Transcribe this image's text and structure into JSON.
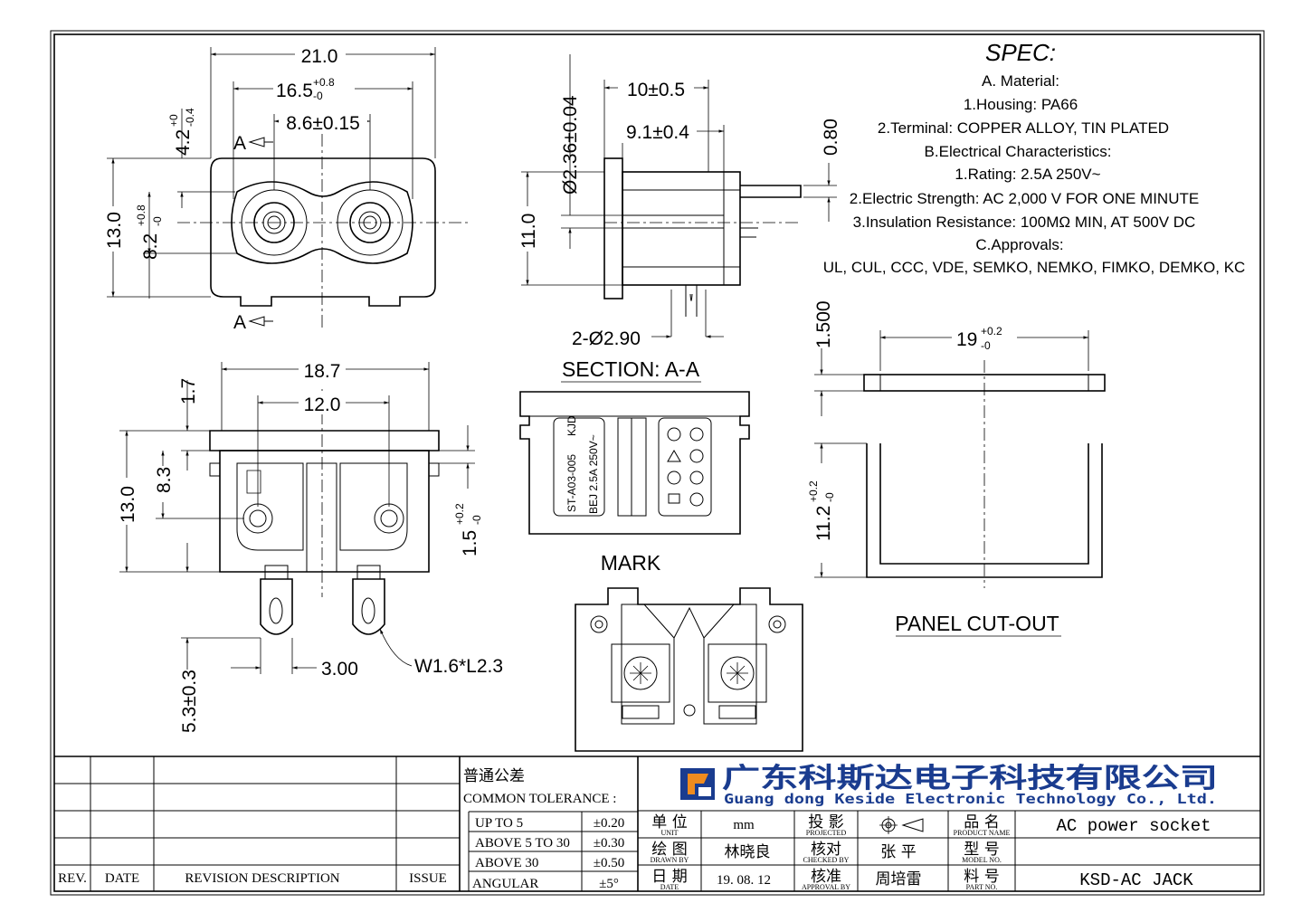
{
  "spec": {
    "title": "SPEC:",
    "lines": [
      "A. Material:",
      "1.Housing: PA66",
      "2.Terminal: COPPER ALLOY, TIN PLATED",
      "B.Electrical Characteristics:",
      "1.Rating:  2.5A 250V~",
      "2.Electric Strength: AC 2,000 V FOR ONE MINUTE",
      "3.Insulation Resistance: 100MΩ MIN, AT 500V DC",
      "C.Approvals:",
      "UL, CUL, CCC, VDE, SEMKO, NEMKO, FIMKO, DEMKO, KC"
    ]
  },
  "front_view": {
    "dim_width": "21.0",
    "dim_pitch_outer": "16.5",
    "dim_pitch_outer_tol_plus": "+0.8",
    "dim_pitch_outer_tol_minus": "-0",
    "dim_pitch": "8.6±0.15",
    "dim_height": "13.0",
    "dim_upper": "4.2",
    "dim_upper_tol_plus": "+0",
    "dim_upper_tol_minus": "-0.4",
    "dim_middle": "8.2",
    "dim_middle_tol_plus": "+0.8",
    "dim_middle_tol_minus": "-0",
    "section_marker": "A"
  },
  "section_view": {
    "dim_dia": "Ø2.36±0.04",
    "dim_top_outer": "10±0.5",
    "dim_top_inner": "9.1±0.4",
    "dim_height": "11.0",
    "dim_pin": "0.80",
    "dim_holes": "2-Ø2.90",
    "label": "SECTION: A-A"
  },
  "bottom_view": {
    "dim_width": "18.7",
    "dim_pitch": "12.0",
    "dim_flange": "1.7",
    "dim_height": "13.0",
    "dim_inner": "8.3",
    "dim_lip": "1.5",
    "dim_lip_tol_plus": "+0.2",
    "dim_lip_tol_minus": "-0",
    "dim_lead": "5.3±0.3",
    "dim_lead_width": "3.00",
    "dim_tab": "W1.6*L2.3"
  },
  "top_view": {
    "marking_model": "ST-A03-005",
    "marking_rating": "BEJ 2.5A 250V~",
    "marking_logo": "KJD"
  },
  "mark_label": "MARK",
  "panel_cutout": {
    "dim_width": "19",
    "dim_width_tol_plus": "+0.2",
    "dim_width_tol_minus": "-0",
    "dim_thickness": "1.500",
    "dim_height": "11.2",
    "dim_height_tol_plus": "+0.2",
    "dim_height_tol_minus": "-0",
    "label": "PANEL CUT-OUT"
  },
  "title_block": {
    "rev_header": "REV.",
    "date_header": "DATE",
    "revision_header": "REVISION  DESCRIPTION",
    "issue_header": "ISSUE",
    "tolerance_title_cn": "普通公差",
    "tolerance_title_en": "COMMON TOLERANCE :",
    "tolerances": [
      {
        "range": "UP TO 5",
        "value": "±0.20"
      },
      {
        "range": "ABOVE 5 TO 30",
        "value": "±0.30"
      },
      {
        "range": "ABOVE 30",
        "value": "±0.50"
      },
      {
        "range": "ANGULAR",
        "value": "±5°"
      }
    ],
    "company_cn": "广东科斯达电子科技有限公司",
    "company_en": "Guang dong Keside  Electronic Technology Co., Ltd.",
    "unit_cn": "单 位",
    "unit_en": "UNIT",
    "unit_value": "mm",
    "projected_cn": "投 影",
    "projected_en": "PROJECTED",
    "product_name_cn": "品 名",
    "product_name_en": "PRODUCT NAME",
    "product_name": "AC power socket",
    "drawn_cn": "绘 图",
    "drawn_en": "DRAWN BY",
    "drawn_value": "林晓良",
    "checked_cn": "核对",
    "checked_en": "CHECKED BY",
    "checked_value": "张 平",
    "model_cn": "型 号",
    "model_en": "MODEL NO.",
    "model_value": "",
    "date_cn": "日 期",
    "date_en": "DATE",
    "date_value": "19. 08. 12",
    "approval_cn": "核准",
    "approval_en": "APPROVAL BY",
    "approval_value": "周培雷",
    "part_cn": "料 号",
    "part_en": "PART NO.",
    "part_value": "KSD-AC JACK"
  }
}
